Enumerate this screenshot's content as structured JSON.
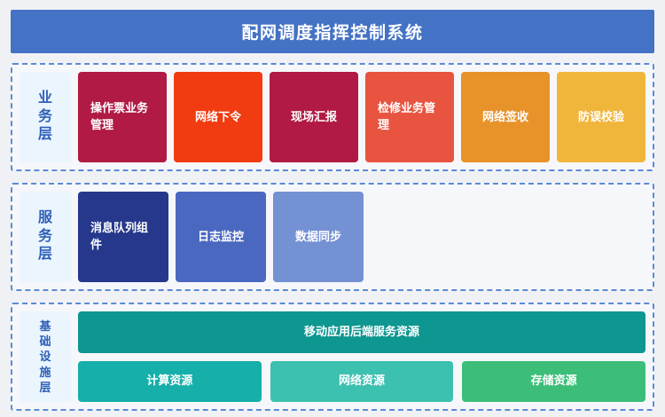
{
  "header": {
    "title": "配网调度指挥控制系统",
    "background_color": "#4472C4",
    "text_color": "#FFFFFF"
  },
  "page": {
    "background_color": "#F0F1F5",
    "panel_border_color": "#5B8AD6",
    "panel_background_color": "#F6F7FA",
    "label_background_color": "#EBF5FD",
    "label_text_color": "#2E5FB8"
  },
  "layers": [
    {
      "id": "business",
      "label": "业务层",
      "cards": [
        {
          "label": "操作票业务管理",
          "color": "#B01A44",
          "lines": 2
        },
        {
          "label": "网络下令",
          "color": "#F03C10",
          "lines": 1
        },
        {
          "label": "现场汇报",
          "color": "#B01A44",
          "lines": 1
        },
        {
          "label": "检修业务管理",
          "color": "#E8543F",
          "lines": 2
        },
        {
          "label": "网络签收",
          "color": "#E8922A",
          "lines": 1
        },
        {
          "label": "防误校验",
          "color": "#F0B63C",
          "lines": 1
        }
      ]
    },
    {
      "id": "service",
      "label": "服务层",
      "cards": [
        {
          "label": "消息队列组件",
          "color": "#25388C",
          "lines": 2
        },
        {
          "label": "日志监控",
          "color": "#4A68C0",
          "lines": 1
        },
        {
          "label": "数据同步",
          "color": "#7491D4",
          "lines": 1
        }
      ]
    },
    {
      "id": "infra",
      "label": "基础设施层",
      "top_card": {
        "label": "移动应用后端服务资源",
        "color": "#0E9690"
      },
      "cards": [
        {
          "label": "计算资源",
          "color": "#16AFAA"
        },
        {
          "label": "网络资源",
          "color": "#3CC0B0"
        },
        {
          "label": "存储资源",
          "color": "#3CBE78"
        }
      ]
    }
  ]
}
